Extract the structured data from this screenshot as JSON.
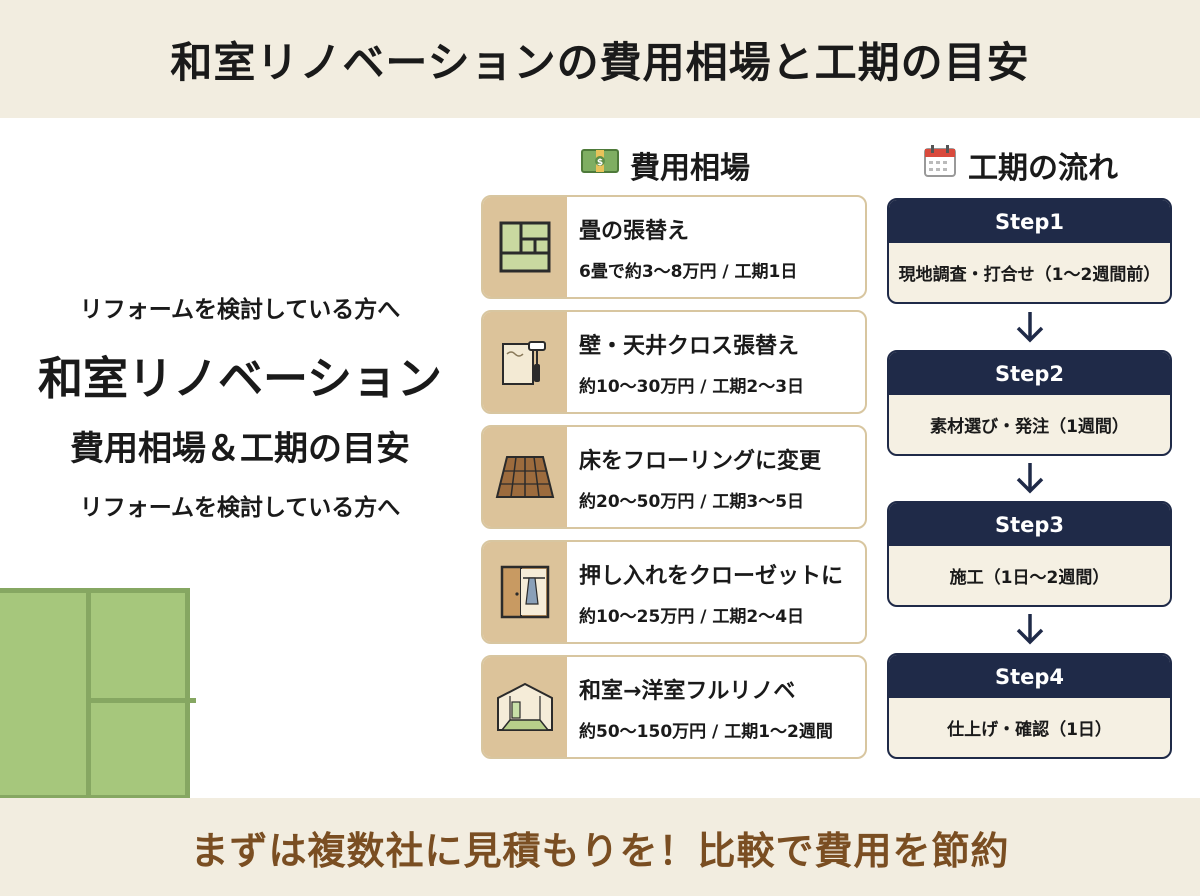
{
  "header": {
    "title": "和室リノベーションの費用相場と工期の目安"
  },
  "left": {
    "subtitle_top": "リフォームを検討している方へ",
    "title": "和室リノベーション",
    "subtitle_mid": "費用相場＆工期の目安",
    "subtitle_bottom": "リフォームを検討している方へ"
  },
  "cost": {
    "title": "費用相場",
    "icon": "money-icon",
    "items": [
      {
        "name": "畳の張替え",
        "detail": "6畳で約3〜8万円 / 工期1日",
        "icon": "tatami-icon"
      },
      {
        "name": "壁・天井クロス張替え",
        "detail": "約10〜30万円 / 工期2〜3日",
        "icon": "wallpaper-roller-icon"
      },
      {
        "name": "床をフローリングに変更",
        "detail": "約20〜50万円 / 工期3〜5日",
        "icon": "flooring-icon"
      },
      {
        "name": "押し入れをクローゼットに",
        "detail": "約10〜25万円 / 工期2〜4日",
        "icon": "closet-icon"
      },
      {
        "name": "和室→洋室フルリノベ",
        "detail": "約50〜150万円 / 工期1〜2週間",
        "icon": "room-icon"
      }
    ]
  },
  "schedule": {
    "title": "工期の流れ",
    "icon": "calendar-icon",
    "steps": [
      {
        "label": "Step1",
        "text": "現地調査・打合せ（1〜2週間前）"
      },
      {
        "label": "Step2",
        "text": "素材選び・発注（1週間）"
      },
      {
        "label": "Step3",
        "text": "施工（1日〜2週間）"
      },
      {
        "label": "Step4",
        "text": "仕上げ・確認（1日）"
      }
    ]
  },
  "footer": {
    "text": "まずは複数社に見積もりを！比較で費用を節約"
  },
  "colors": {
    "band": "#f2ede0",
    "navy": "#1f2a48",
    "tan": "#dcc39a",
    "footer_text": "#7a4e22",
    "tatami_green": "#a6c77c"
  }
}
